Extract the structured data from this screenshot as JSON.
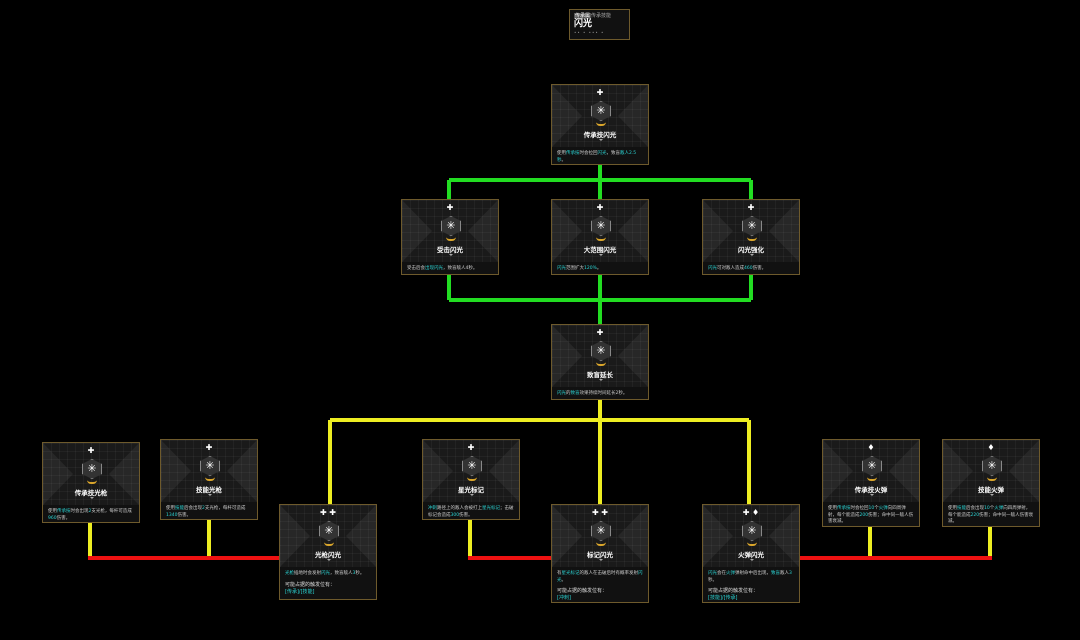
{
  "colors": {
    "green": "#22dd22",
    "yellow": "#eeee22",
    "red": "#ee1111",
    "accent": "#2bd4d4",
    "border": "#6e5a2c"
  },
  "header": {
    "subtitle_tag": "传承属",
    "subtitle": "传承技能",
    "title": "闪光",
    "indicators": "•• • ••• •"
  },
  "nodes": {
    "root": {
      "marks": "✚",
      "name": "传承技闪光",
      "desc": [
        "使用",
        "传承技",
        "时会拉回",
        "闪光",
        "，致盲",
        "敌人",
        "2.5秒",
        "。"
      ]
    },
    "t1a": {
      "marks": "✚",
      "name": "受击闪光",
      "desc": [
        "受击后会",
        "出现",
        "闪光",
        "，致盲敌人4秒。"
      ]
    },
    "t1b": {
      "marks": "✚",
      "name": "大范围闪光",
      "desc": [
        "闪光",
        "范围扩大",
        "120%",
        "。"
      ]
    },
    "t1c": {
      "marks": "✚",
      "name": "闪光强化",
      "desc": [
        "闪光",
        "可对敌人造成",
        "460",
        "伤害。"
      ]
    },
    "mid": {
      "marks": "✚",
      "name": "致盲延长",
      "desc": [
        "闪光",
        "的",
        "致盲",
        "效果持续时间延长",
        "2",
        "秒。"
      ]
    },
    "l1": {
      "marks": "✚",
      "name": "传承技光枪",
      "desc": [
        "使用",
        "传承技",
        "时会出现",
        "2",
        "支光枪，每杆可造成",
        "960",
        "伤害。"
      ]
    },
    "l2": {
      "marks": "✚",
      "name": "技能光枪",
      "desc": [
        "使用",
        "技能",
        "后会出现",
        "2",
        "支光枪，每杆可造成",
        "1340",
        "伤害。"
      ]
    },
    "l3": {
      "marks": "✚ ✚",
      "name": "光枪闪光",
      "desc": [
        "光枪",
        "插地时会",
        "发射",
        "闪光",
        "，致盲敌人",
        "3",
        "秒。"
      ],
      "trigger_label": "可能占据的触发位有：",
      "trigger_tags": "[传承]/[技能]"
    },
    "m1": {
      "marks": "✚",
      "name": "星光标记",
      "desc": [
        "冲刺",
        "路径上的敌人会被打上",
        "星光标记",
        "；击破标记会造成",
        "300",
        "伤害。"
      ]
    },
    "m2": {
      "marks": "✚ ✚",
      "name": "标记闪光",
      "desc": [
        "有",
        "星光标记",
        "的敌人在击破后时有概率",
        "发射",
        "闪光",
        "。"
      ],
      "trigger_label": "可能占据的触发位有：",
      "trigger_tags": "[冲刺]"
    },
    "r1": {
      "marks": "♦",
      "name": "传承技火弹",
      "desc": [
        "使用",
        "传承技",
        "时会拉回",
        "10",
        "个",
        "火弹",
        "向四周弹射，每个能造成",
        "200",
        "伤害；命中同一敌人伤害衰减。"
      ]
    },
    "r2": {
      "marks": "♦",
      "name": "技能火弹",
      "desc": [
        "使用",
        "技能",
        "后会出现",
        "10",
        "个",
        "火弹",
        "向四周弹射，每个能造成",
        "220",
        "伤害；命中同一敌人伤害衰减。"
      ]
    },
    "r3": {
      "marks": "✚ ♦",
      "name": "火弹闪光",
      "desc": [
        "闪光",
        "会在",
        "火弹",
        "弹射命中后出现，",
        "致盲",
        "敌人",
        "3",
        "秒。"
      ],
      "trigger_label": "可能占据的触发位有：",
      "trigger_tags": "[技能]/[传承]"
    }
  }
}
